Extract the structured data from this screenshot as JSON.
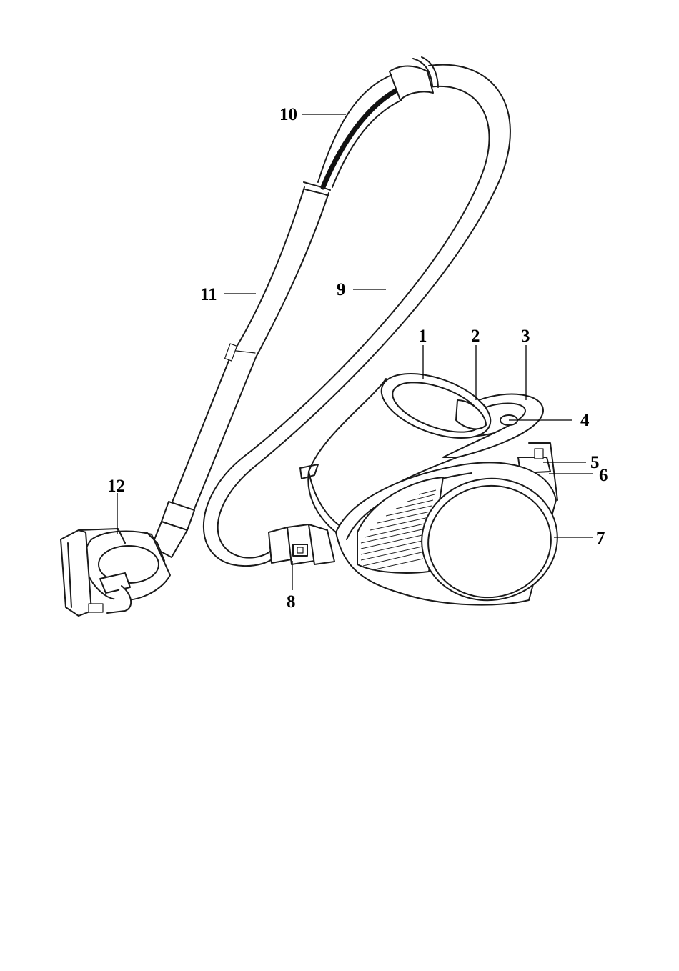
{
  "figure": {
    "callouts": [
      {
        "id": "callout-1",
        "label": "1"
      },
      {
        "id": "callout-2",
        "label": "2"
      },
      {
        "id": "callout-3",
        "label": "3"
      },
      {
        "id": "callout-4",
        "label": "4"
      },
      {
        "id": "callout-5",
        "label": "5"
      },
      {
        "id": "callout-6",
        "label": "6"
      },
      {
        "id": "callout-7",
        "label": "7"
      },
      {
        "id": "callout-8",
        "label": "8"
      },
      {
        "id": "callout-9",
        "label": "9"
      },
      {
        "id": "callout-10",
        "label": "10"
      },
      {
        "id": "callout-11",
        "label": "11"
      },
      {
        "id": "callout-12",
        "label": "12"
      }
    ]
  },
  "colors": {
    "line": "#1a1a1a",
    "background": "#ffffff"
  }
}
